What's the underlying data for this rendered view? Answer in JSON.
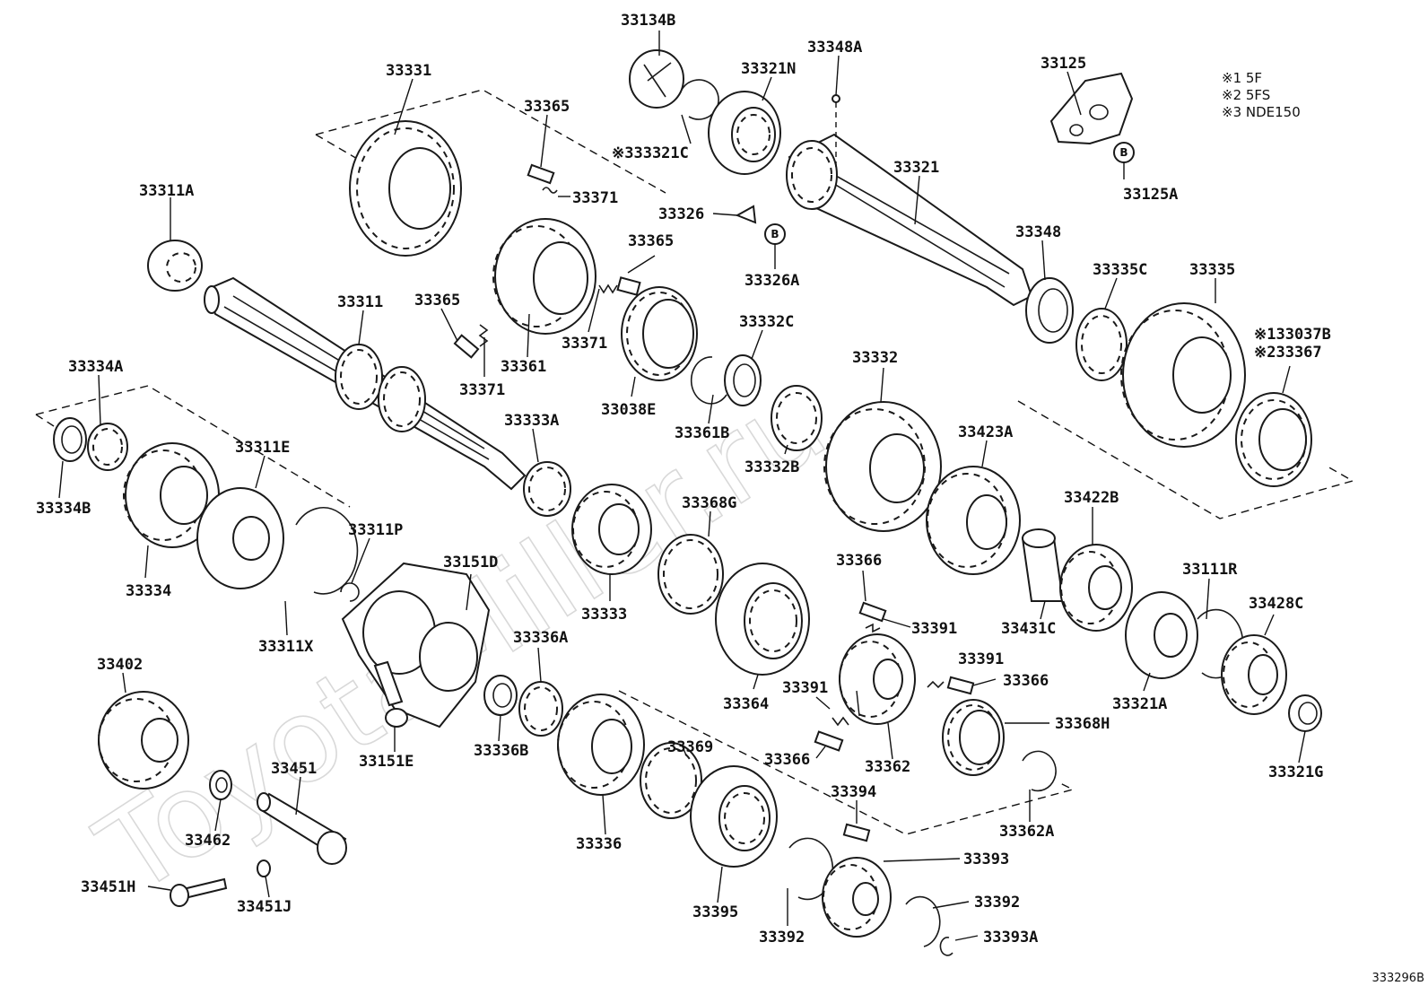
{
  "watermark": "ToyotaMiller.ru",
  "legend": {
    "note1": "※1 5F",
    "note2": "※2 5FS",
    "note3": "※3 NDE150"
  },
  "marker_b": "B",
  "reference": "333296B",
  "labels": {
    "p33134B": "33134B",
    "p33348A": "33348A",
    "p33321N": "33321N",
    "p33125": "33125",
    "p33331": "33331",
    "p33365a": "33365",
    "p333321C": "※333321C",
    "p33371a": "33371",
    "p33326": "33326",
    "p33365b": "33365",
    "p33326A": "33326A",
    "p33321": "33321",
    "p33125A": "33125A",
    "p33311A": "33311A",
    "p33311": "33311",
    "p33365c": "33365",
    "p33371b": "33371",
    "p33361": "33361",
    "p33371c": "33371",
    "p33038E": "33038E",
    "p33332C": "33332C",
    "p33361B": "33361B",
    "p33348": "33348",
    "p33335C": "33335C",
    "p33335": "33335",
    "p133037B": "※133037B",
    "p233367": "※233367",
    "p33334A": "33334A",
    "p33311E": "33311E",
    "p33333A": "33333A",
    "p33332": "33332",
    "p33332B": "33332B",
    "p33423A": "33423A",
    "p33334B": "33334B",
    "p33334": "33334",
    "p33311P": "33311P",
    "p33311X": "33311X",
    "p33151D": "33151D",
    "p33368G": "33368G",
    "p33333": "33333",
    "p33366a": "33366",
    "p33391a": "33391",
    "p33422B": "33422B",
    "p33431C": "33431C",
    "p33111R": "33111R",
    "p33428C": "33428C",
    "p33402": "33402",
    "p33336A": "33336A",
    "p33364": "33364",
    "p33391b": "33391",
    "p33366b": "33366",
    "p33391c": "33391",
    "p33321A": "33321A",
    "p33368H": "33368H",
    "p33151E": "33151E",
    "p33336B": "33336B",
    "p33369": "33369",
    "p33366c": "33366",
    "p33362": "33362",
    "p33321G": "33321G",
    "p33451": "33451",
    "p33462": "33462",
    "p33336": "33336",
    "p33394": "33394",
    "p33362A": "33362A",
    "p33393": "33393",
    "p33451H": "33451H",
    "p33451J": "33451J",
    "p33395": "33395",
    "p33392a": "33392",
    "p33392b": "33392",
    "p33393A": "33393A"
  }
}
